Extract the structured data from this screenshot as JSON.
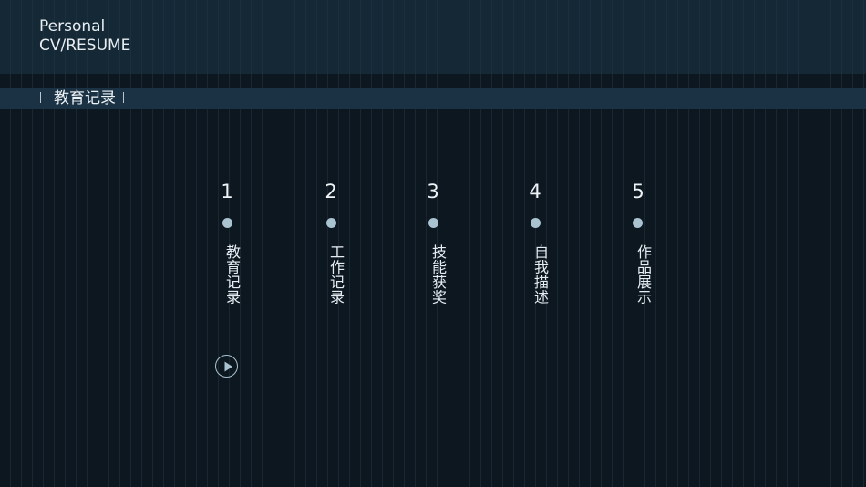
{
  "header": {
    "title_line1": "Personal",
    "title_line2": "CV/RESUME"
  },
  "section": {
    "title": "教育记录"
  },
  "timeline": {
    "steps": [
      {
        "number": "1",
        "label": "教育记录"
      },
      {
        "number": "2",
        "label": "工作记录"
      },
      {
        "number": "3",
        "label": "技能获奖"
      },
      {
        "number": "4",
        "label": "自我描述"
      },
      {
        "number": "5",
        "label": "作品展示"
      }
    ]
  },
  "controls": {
    "play_icon": "play-circle-icon"
  },
  "colors": {
    "background": "#0d1720",
    "header_band": "#16283a",
    "section_bar": "#1a3244",
    "dot": "#a9c3d1",
    "line": "#6f8592",
    "text": "#e6edf2"
  }
}
